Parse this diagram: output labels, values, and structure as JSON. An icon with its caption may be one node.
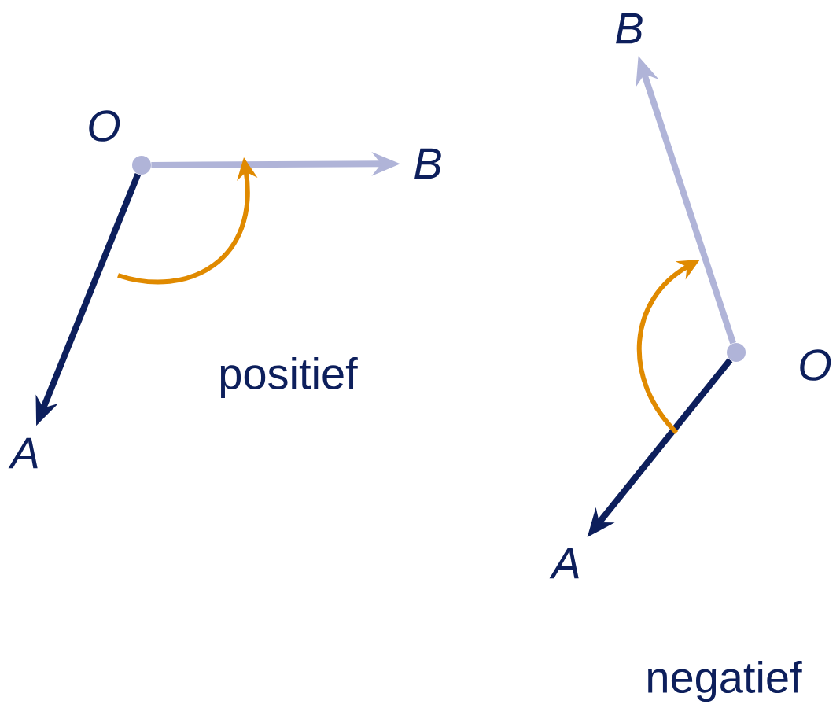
{
  "diagram": {
    "nodes": [
      {
        "text": [],
        "shape": "circle",
        "beside": [
          "O"
        ]
      },
      {
        "text": [
          "A"
        ]
      },
      {
        "text": [
          "B"
        ]
      },
      {
        "text": [],
        "shape": "circle",
        "beside": [
          "O"
        ]
      },
      {
        "text": [
          "B"
        ]
      },
      {
        "text": [
          "A"
        ]
      }
    ],
    "edges": [
      {
        "from": 0,
        "to": 1,
        "arrow": "to",
        "color": "#0d1f5c"
      },
      {
        "from": 0,
        "to": 2,
        "arrow": "to",
        "color": "#b0b4d8"
      },
      {
        "from": 3,
        "to": 4,
        "arrow": "to",
        "color": "#b0b4d8"
      },
      {
        "from": 3,
        "to": 5,
        "arrow": "to",
        "color": "#0d1f5c"
      }
    ],
    "labels": [
      "positief",
      "negatief"
    ]
  }
}
